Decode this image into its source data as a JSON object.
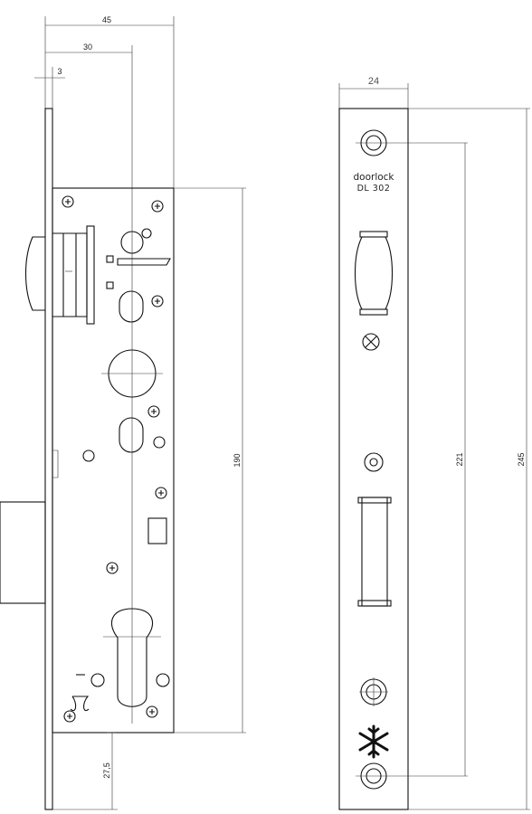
{
  "side_view": {
    "dimensions": {
      "width_total": "45",
      "backset": "30",
      "faceplate_thickness": "3",
      "case_height": "190",
      "bottom_offset": "27,5"
    }
  },
  "front_view": {
    "brand": "doorlock",
    "model": "DL 302",
    "dimensions": {
      "faceplate_width": "24",
      "screw_pitch": "221",
      "faceplate_length": "245"
    }
  }
}
